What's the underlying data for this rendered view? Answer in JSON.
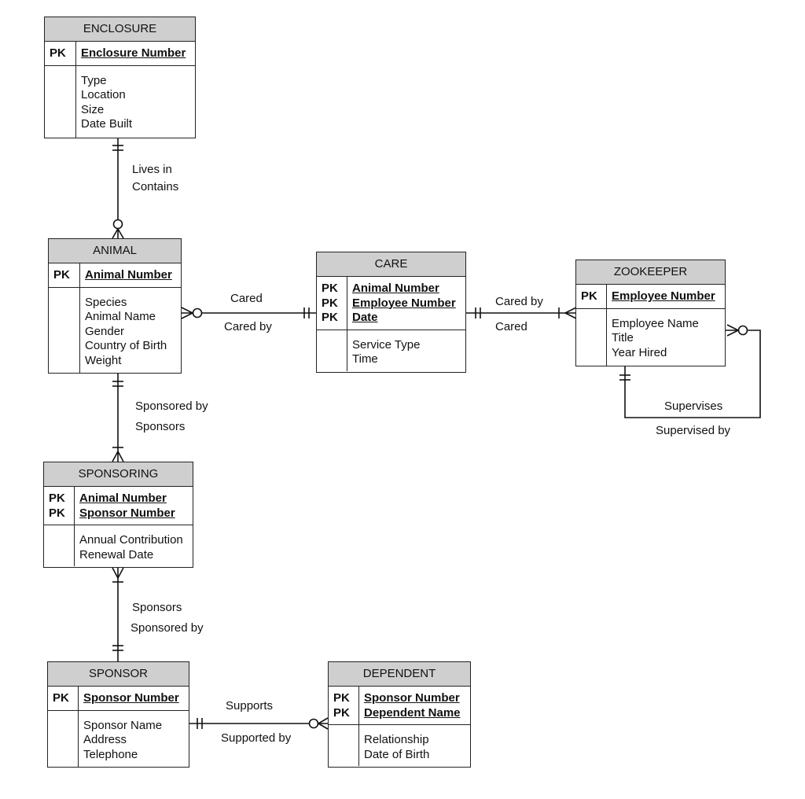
{
  "entities": {
    "enclosure": {
      "name": "ENCLOSURE",
      "pk_labels": [
        "PK"
      ],
      "pk_fields": [
        "Enclosure Number"
      ],
      "attributes": [
        "Type",
        "Location",
        "Size",
        "Date Built"
      ]
    },
    "animal": {
      "name": "ANIMAL",
      "pk_labels": [
        "PK"
      ],
      "pk_fields": [
        "Animal Number"
      ],
      "attributes": [
        "Species",
        "Animal Name",
        "Gender",
        "Country of Birth",
        "Weight"
      ]
    },
    "care": {
      "name": "CARE",
      "pk_labels": [
        "PK",
        "PK",
        "PK"
      ],
      "pk_fields": [
        "Animal Number",
        "Employee Number",
        "Date"
      ],
      "attributes": [
        "Service Type",
        "Time"
      ]
    },
    "zookeeper": {
      "name": "ZOOKEEPER",
      "pk_labels": [
        "PK"
      ],
      "pk_fields": [
        "Employee Number"
      ],
      "attributes": [
        "Employee Name",
        "Title",
        "Year Hired"
      ]
    },
    "sponsoring": {
      "name": "SPONSORING",
      "pk_labels": [
        "PK",
        "PK"
      ],
      "pk_fields": [
        "Animal Number",
        "Sponsor Number"
      ],
      "attributes": [
        "Annual Contribution",
        "Renewal Date"
      ]
    },
    "sponsor": {
      "name": "SPONSOR",
      "pk_labels": [
        "PK"
      ],
      "pk_fields": [
        "Sponsor Number"
      ],
      "attributes": [
        "Sponsor Name",
        "Address",
        "Telephone"
      ]
    },
    "dependent": {
      "name": "DEPENDENT",
      "pk_labels": [
        "PK",
        "PK"
      ],
      "pk_fields": [
        "Sponsor Number",
        "Dependent Name"
      ],
      "attributes": [
        "Relationship",
        "Date of Birth"
      ]
    }
  },
  "relationships": {
    "enclosure_animal": [
      "Lives in",
      "Contains"
    ],
    "animal_care": [
      "Cared",
      "Cared by"
    ],
    "care_zookeeper": [
      "Cared by",
      "Cared"
    ],
    "zookeeper_self": [
      "Supervises",
      "Supervised by"
    ],
    "animal_sponsoring": [
      "Sponsored by",
      "Sponsors"
    ],
    "sponsoring_sponsor": [
      "Sponsors",
      "Sponsored by"
    ],
    "sponsor_dependent": [
      "Supports",
      "Supported by"
    ]
  }
}
